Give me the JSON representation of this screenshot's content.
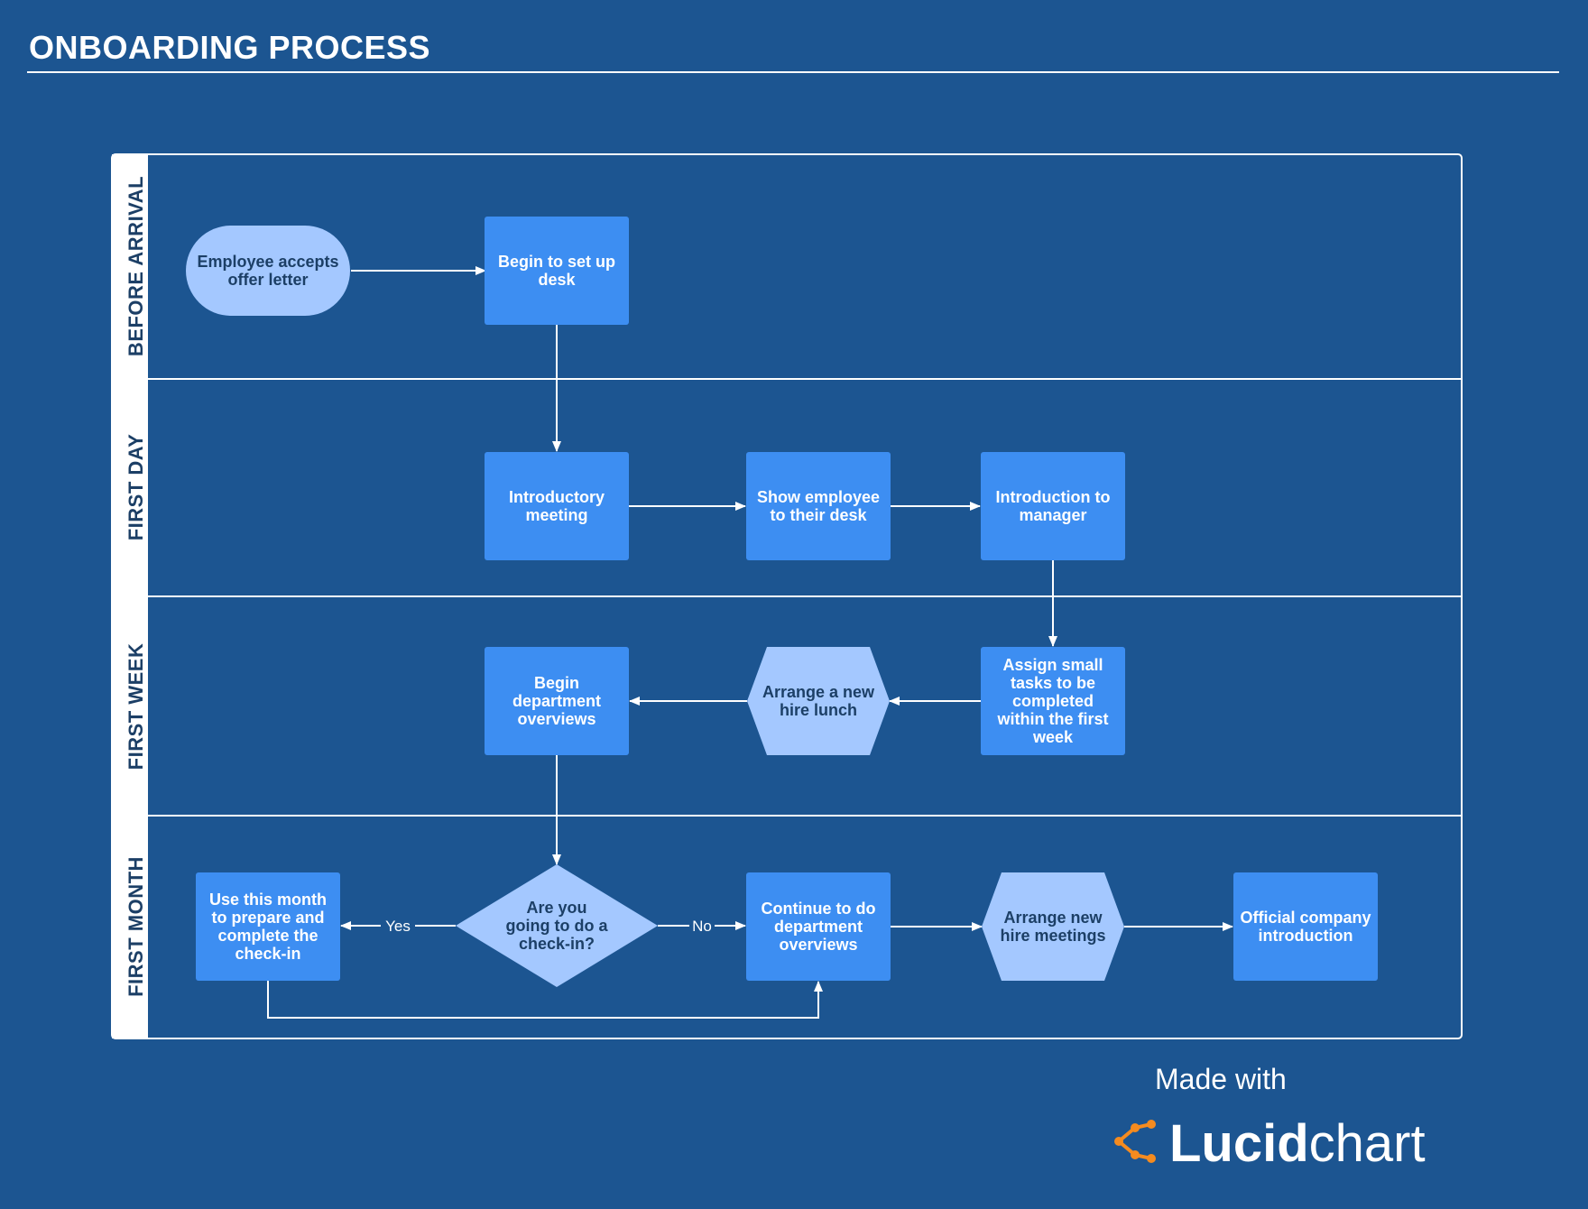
{
  "title": "ONBOARDING PROCESS",
  "lanes": [
    {
      "id": "before",
      "label": "BEFORE ARRIVAL"
    },
    {
      "id": "day",
      "label": "FIRST DAY"
    },
    {
      "id": "week",
      "label": "FIRST WEEK"
    },
    {
      "id": "month",
      "label": "FIRST MONTH"
    }
  ],
  "nodes": [
    {
      "id": "accept",
      "shape": "terminator",
      "lines": [
        "Employee accepts",
        "offer letter"
      ]
    },
    {
      "id": "desk",
      "shape": "process",
      "lines": [
        "Begin to set up",
        "desk"
      ]
    },
    {
      "id": "intro",
      "shape": "process",
      "lines": [
        "Introductory",
        "meeting"
      ]
    },
    {
      "id": "show",
      "shape": "process",
      "lines": [
        "Show employee",
        "to their desk"
      ]
    },
    {
      "id": "manager",
      "shape": "process",
      "lines": [
        "Introduction to",
        "manager"
      ]
    },
    {
      "id": "tasks",
      "shape": "process",
      "lines": [
        "Assign small",
        "tasks to be",
        "completed",
        "within the first",
        "week"
      ]
    },
    {
      "id": "lunch",
      "shape": "preparation",
      "lines": [
        "Arrange a new",
        "hire lunch"
      ]
    },
    {
      "id": "overviews",
      "shape": "process",
      "lines": [
        "Begin",
        "department",
        "overviews"
      ]
    },
    {
      "id": "checkin",
      "shape": "decision",
      "lines": [
        "Are you",
        "going to do a",
        "check-in?"
      ]
    },
    {
      "id": "prepare",
      "shape": "process",
      "lines": [
        "Use this month",
        "to prepare and",
        "complete the",
        "check-in"
      ]
    },
    {
      "id": "continue",
      "shape": "process",
      "lines": [
        "Continue to do",
        "department",
        "overviews"
      ]
    },
    {
      "id": "meetings",
      "shape": "preparation",
      "lines": [
        "Arrange new",
        "hire meetings"
      ]
    },
    {
      "id": "official",
      "shape": "process",
      "lines": [
        "Official company",
        "introduction"
      ]
    }
  ],
  "edges": [
    {
      "from": "accept",
      "to": "desk",
      "label": ""
    },
    {
      "from": "desk",
      "to": "intro",
      "label": ""
    },
    {
      "from": "intro",
      "to": "show",
      "label": ""
    },
    {
      "from": "show",
      "to": "manager",
      "label": ""
    },
    {
      "from": "manager",
      "to": "tasks",
      "label": ""
    },
    {
      "from": "tasks",
      "to": "lunch",
      "label": ""
    },
    {
      "from": "lunch",
      "to": "overviews",
      "label": ""
    },
    {
      "from": "overviews",
      "to": "checkin",
      "label": ""
    },
    {
      "from": "checkin",
      "to": "prepare",
      "label": "Yes"
    },
    {
      "from": "checkin",
      "to": "continue",
      "label": "No"
    },
    {
      "from": "prepare",
      "to": "continue",
      "label": ""
    },
    {
      "from": "continue",
      "to": "meetings",
      "label": ""
    },
    {
      "from": "meetings",
      "to": "official",
      "label": ""
    }
  ],
  "footer": {
    "made_with": "Made with",
    "brand_bold": "Lucid",
    "brand_light": "chart"
  },
  "colors": {
    "background": "#1c5591",
    "process": "#3d8ef2",
    "light_shape": "#a4c8ff",
    "light_shape_text": "#1c3f66",
    "logo_accent": "#f58b1f"
  }
}
